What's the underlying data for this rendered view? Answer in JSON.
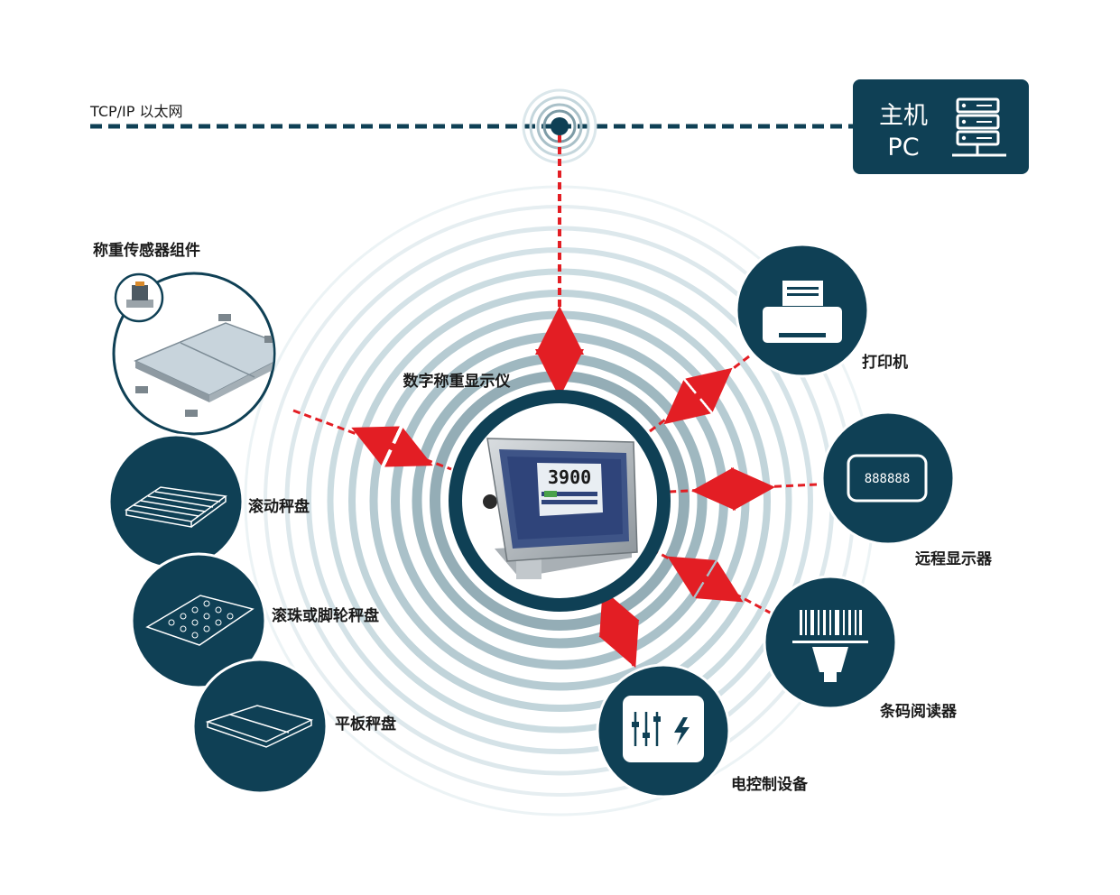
{
  "network": {
    "label": "TCP/IP 以太网"
  },
  "host": {
    "line1": "主机",
    "line2": "PC",
    "icon": "server-icon"
  },
  "center": {
    "label": "数字称重显示仪",
    "display_reading": "3900",
    "icon": "weighing-indicator-icon"
  },
  "devices": {
    "load_cell": "称重传感器组件",
    "roller_platform": "滚动秤盘",
    "ball_platform": "滚珠或脚轮秤盘",
    "flat_platform": "平板秤盘",
    "printer": "打印机",
    "remote_display": "远程显示器",
    "remote_display_digits": "888888",
    "barcode_reader": "条码阅读器",
    "electric_control": "电控制设备"
  },
  "colors": {
    "navy": "#0f4055",
    "ring_light": "#d8e6ea",
    "ring_mid": "#9fb8c0",
    "link_red": "#e31e24"
  }
}
